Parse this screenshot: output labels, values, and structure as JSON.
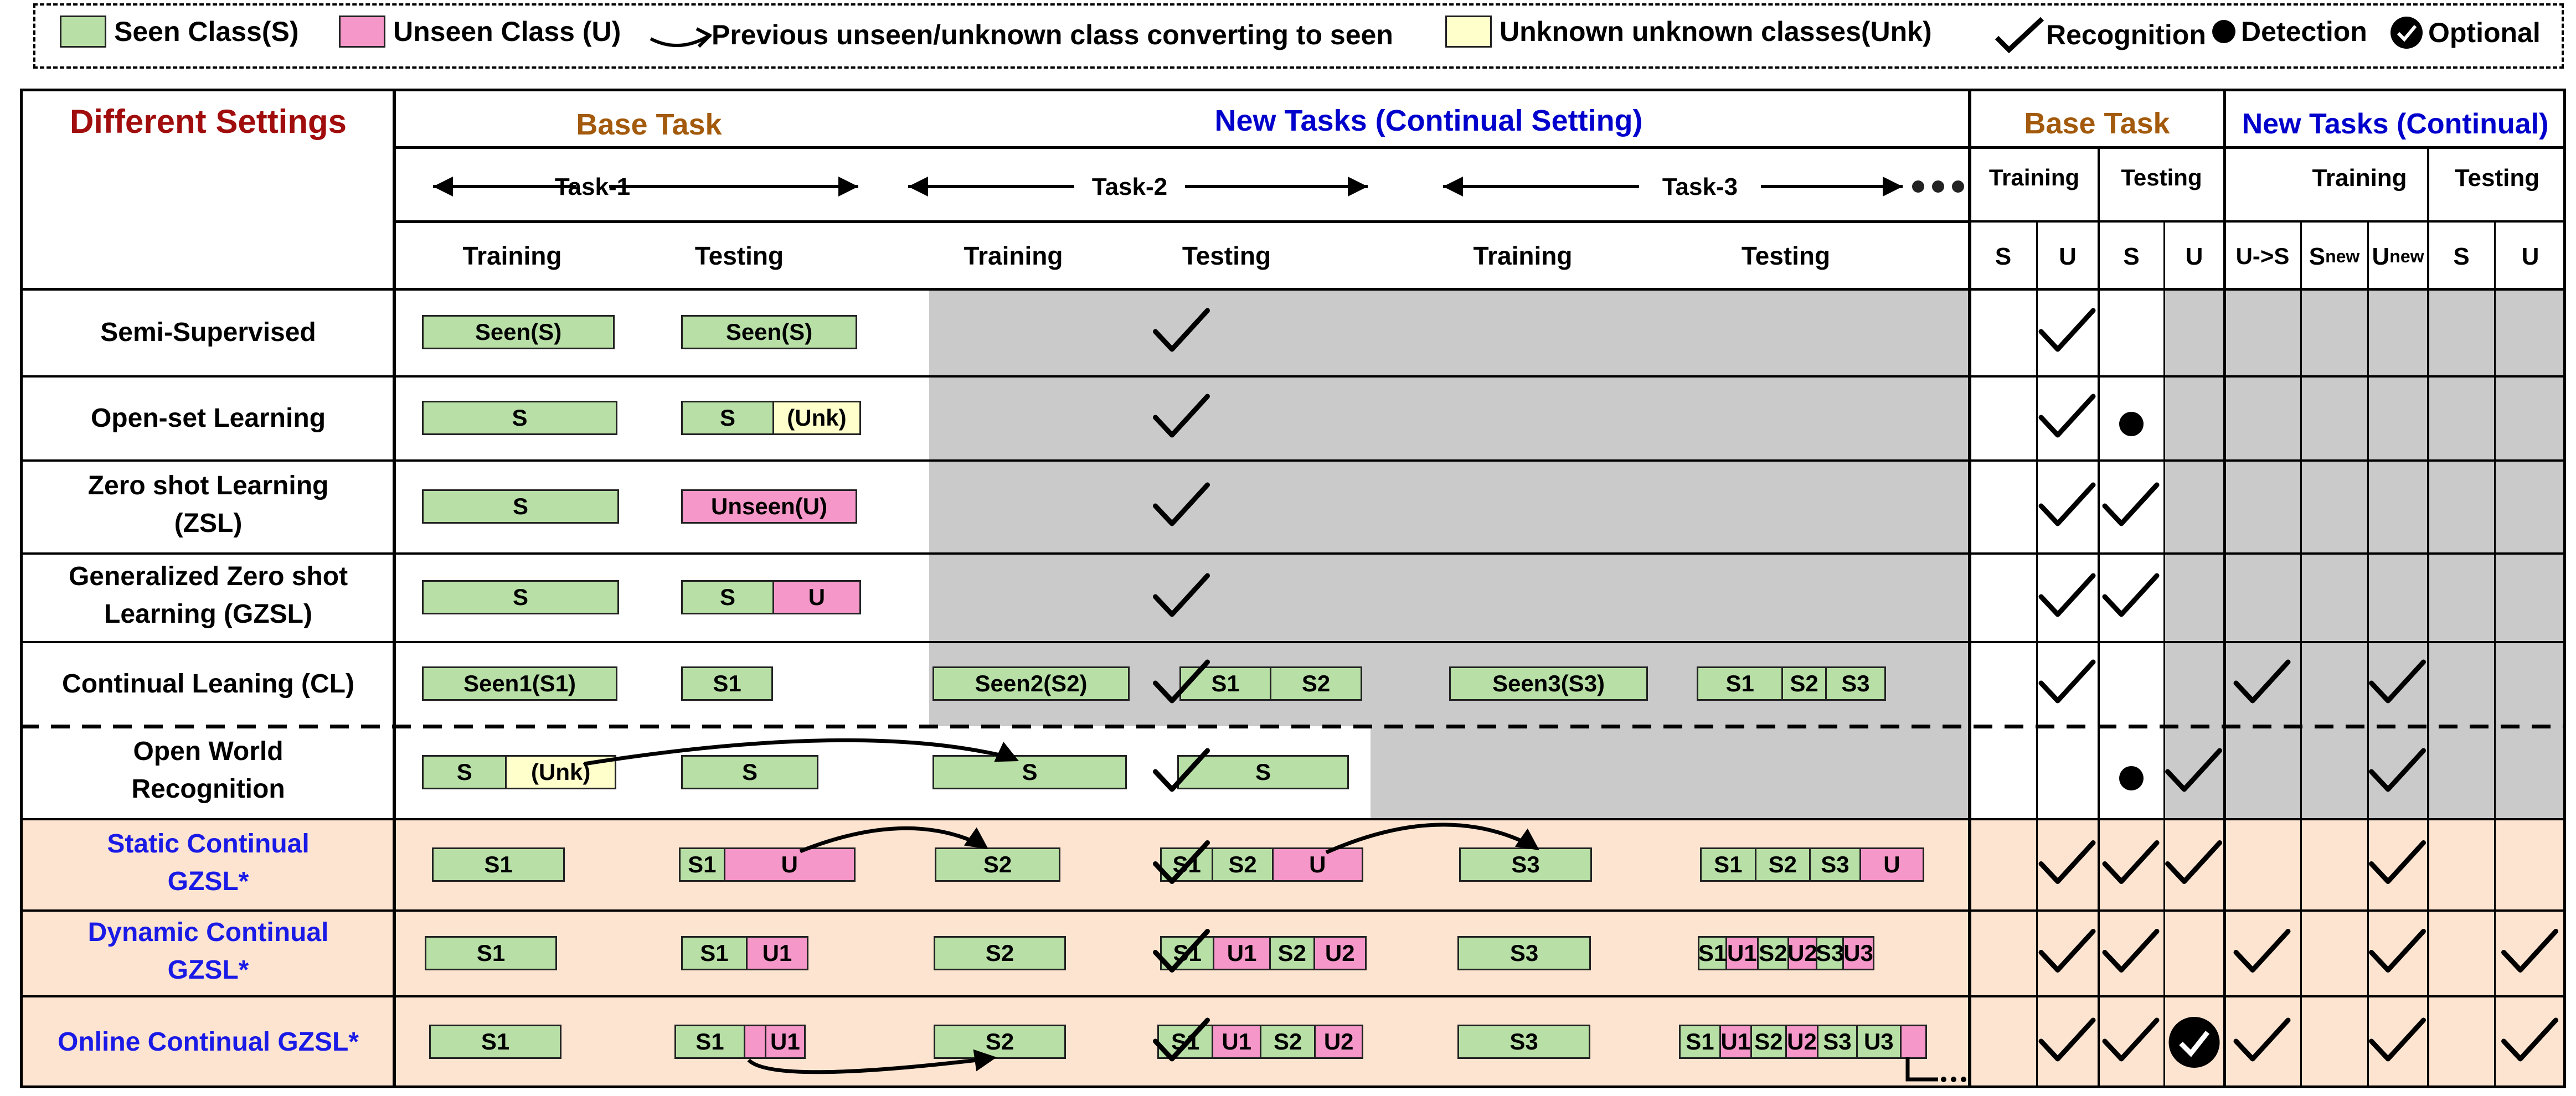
{
  "legend": {
    "seen": "Seen Class(S)",
    "unseen": "Unseen Class (U)",
    "converting": "Previous unseen/unknown class converting to seen",
    "unknown": "Unknown unknown classes(Unk)",
    "recognition": "Recognition",
    "detection": "Detection",
    "optional": "Optional"
  },
  "header": {
    "different_settings": "Different Settings",
    "base_task": "Base Task",
    "new_tasks": "New Tasks (Continual Setting)",
    "task1": "Task-1",
    "task2": "Task-2",
    "task3": "Task-3",
    "training": "Training",
    "testing": "Testing",
    "right_base_task": "Base Task",
    "right_new_tasks": "New Tasks (Continual)",
    "right_training": "Training",
    "right_testing": "Testing",
    "col_s": "S",
    "col_u": "U",
    "col_u_to_s": "U->S",
    "col_snew_main": "S",
    "col_snew_sub": "new",
    "col_unew_main": "U",
    "col_unew_sub": "new"
  },
  "rows": [
    {
      "label_1": "Semi-Supervised",
      "label_2": "",
      "highlight": false,
      "blocks": [
        [
          "Seen(S)"
        ],
        [
          "Seen(S)"
        ]
      ],
      "marks": [
        "check",
        "",
        "check",
        "",
        "",
        "",
        "",
        "",
        ""
      ]
    },
    {
      "label_1": "Open-set Learning",
      "label_2": "",
      "highlight": false,
      "blocks": [
        [
          "S"
        ],
        [
          "S",
          "(Unk)"
        ]
      ],
      "marks": [
        "check",
        "",
        "check",
        "dot",
        "",
        "",
        "",
        "",
        ""
      ]
    },
    {
      "label_1": "Zero shot Learning",
      "label_2": "(ZSL)",
      "highlight": false,
      "blocks": [
        [
          "S"
        ],
        [
          "Unseen(U)"
        ]
      ],
      "marks": [
        "check",
        "",
        "check",
        "check",
        "",
        "",
        "",
        "",
        ""
      ]
    },
    {
      "label_1": "Generalized Zero shot",
      "label_2": "Learning  (GZSL)",
      "highlight": false,
      "blocks": [
        [
          "S"
        ],
        [
          "S",
          "U"
        ]
      ],
      "marks": [
        "check",
        "",
        "check",
        "check",
        "",
        "",
        "",
        "",
        ""
      ]
    },
    {
      "label_1": "Continual Leaning (CL)",
      "label_2": "",
      "highlight": false,
      "blocks": [
        [
          "Seen1(S1)"
        ],
        [
          "S1"
        ],
        [
          "Seen2(S2)"
        ],
        [
          "S1",
          "S2"
        ],
        [
          "Seen3(S3)"
        ],
        [
          "S1",
          "S2",
          "S3"
        ]
      ],
      "marks": [
        "check",
        "",
        "check",
        "",
        "",
        "check",
        "",
        "check",
        ""
      ]
    },
    {
      "label_1": "Open World",
      "label_2": "Recognition",
      "highlight": false,
      "blocks": [
        [
          "S",
          "(Unk)"
        ],
        [
          "S"
        ],
        [
          "S"
        ],
        [
          "S"
        ]
      ],
      "marks": [
        "check",
        "",
        "",
        "dot",
        "check",
        "",
        "",
        "check",
        ""
      ]
    },
    {
      "label_1": "Static Continual",
      "label_2": "GZSL*",
      "highlight": true,
      "blocks": [
        [
          "S1"
        ],
        [
          "S1",
          "U"
        ],
        [
          "S2"
        ],
        [
          "S1",
          "S2",
          "U"
        ],
        [
          "S3"
        ],
        [
          "S1",
          "S2",
          "S3",
          "U"
        ]
      ],
      "marks": [
        "check",
        "",
        "check",
        "check",
        "check",
        "",
        "",
        "check",
        ""
      ]
    },
    {
      "label_1": "Dynamic Continual",
      "label_2": "GZSL*",
      "highlight": true,
      "blocks": [
        [
          "S1"
        ],
        [
          "S1",
          "U1"
        ],
        [
          "S2"
        ],
        [
          "S1",
          "U1",
          "S2",
          "U2"
        ],
        [
          "S3"
        ],
        [
          "S1",
          "U1",
          "S2",
          "U2",
          "S3",
          "U3"
        ]
      ],
      "marks": [
        "check",
        "",
        "check",
        "check",
        "",
        "check",
        "",
        "check",
        "check"
      ]
    },
    {
      "label_1": "Online Continual GZSL*",
      "label_2": "",
      "highlight": true,
      "blocks": [
        [
          "S1"
        ],
        [
          "S1",
          "",
          "U1"
        ],
        [
          "S2"
        ],
        [
          "S1",
          "U1",
          "S2",
          "U2"
        ],
        [
          "S3"
        ],
        [
          "S1",
          "U1",
          "S2",
          "U2",
          "S3",
          "U3",
          ""
        ]
      ],
      "marks": [
        "check",
        "",
        "check",
        "check",
        "optional",
        "check",
        "",
        "check",
        "check"
      ]
    }
  ]
}
